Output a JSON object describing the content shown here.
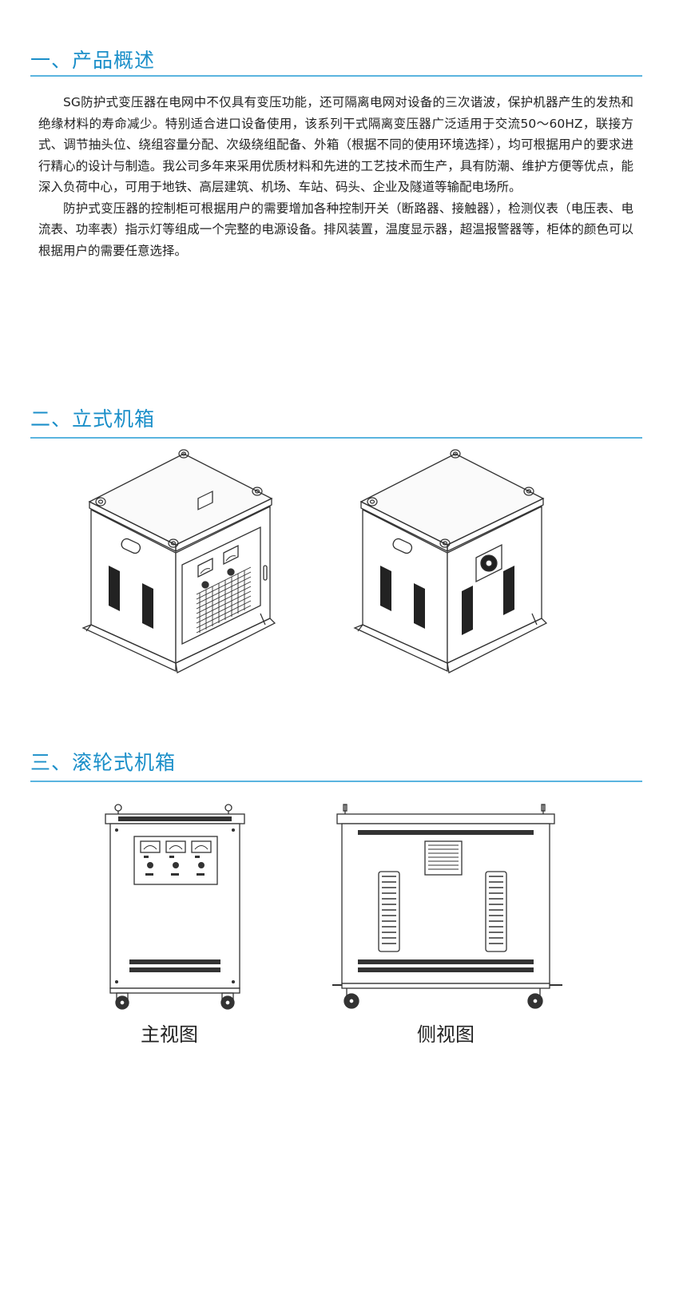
{
  "sections": [
    {
      "title": "一、产品概述"
    },
    {
      "title": "二、立式机箱"
    },
    {
      "title": "三、滚轮式机箱"
    }
  ],
  "overview": {
    "paragraphs": [
      "SG防护式变压器在电网中不仅具有变压功能，还可隔离电网对设备的三次谐波，保护机器产生的发热和绝缘材料的寿命减少。特别适合进口设备使用，该系列干式隔离变压器广泛适用于交流50～60HZ，联接方式、调节抽头位、绕组容量分配、次级绕组配备、外箱（根据不同的使用环境选择），均可根据用户的要求进行精心的设计与制造。我公司多年来采用优质材料和先进的工艺技术而生产，具有防潮、维护方便等优点，能深入负荷中心，可用于地铁、高层建筑、机场、车站、码头、企业及隧道等输配电场所。",
      "防护式变压器的控制柜可根据用户的需要增加各种控制开关（断路器、接触器），检测仪表（电压表、电流表、功率表）指示灯等组成一个完整的电源设备。排风装置，温度显示器，超温报警器等，柜体的颜色可以根据用户的需要任意选择。"
    ]
  },
  "roller_cabinet": {
    "captions": [
      "主视图",
      "侧视图"
    ]
  },
  "colors": {
    "accent": "#1b8fc9",
    "rule": "#5ab4df"
  }
}
